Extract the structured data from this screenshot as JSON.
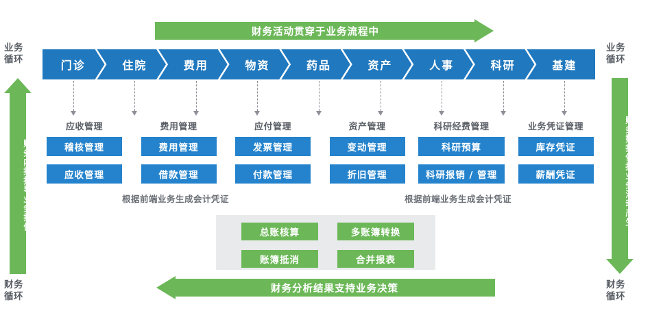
{
  "diagram": {
    "title_top_arrow": "财务活动贯穿于业务流程中",
    "title_bottom_arrow": "财务分析结果支持业务决策"
  },
  "colors": {
    "chevron_blue": "#2078be",
    "box_blue": "#2483cc",
    "green": "#6cb858",
    "grey_panel": "#e9eaec",
    "label_grey": "#5a5f66",
    "dash_grey": "#8d9096",
    "white": "#ffffff"
  },
  "left_axis": {
    "top_label": "业务\n循环",
    "top_label_line1": "业务",
    "top_label_line2": "循环",
    "arrow_text": "财务内控指导业务操作",
    "bottom_label_line1": "财务",
    "bottom_label_line2": "循环",
    "direction": "up"
  },
  "right_axis": {
    "top_label_line1": "业务",
    "top_label_line2": "循环",
    "arrow_text": "财务数据依据业务活动产生",
    "bottom_label_line1": "财务",
    "bottom_label_line2": "循环",
    "direction": "down"
  },
  "process_chevrons": [
    {
      "label": "门诊"
    },
    {
      "label": "住院"
    },
    {
      "label": "费用"
    },
    {
      "label": "物资"
    },
    {
      "label": "药品"
    },
    {
      "label": "资产"
    },
    {
      "label": "人事"
    },
    {
      "label": "科研"
    },
    {
      "label": "基建"
    }
  ],
  "groups": [
    {
      "title": "应收管理",
      "modules": [
        "稽核管理",
        "应收管理"
      ]
    },
    {
      "title": "费用管理",
      "modules": [
        "费用管理",
        "借款管理"
      ]
    },
    {
      "title": "应付管理",
      "modules": [
        "发票管理",
        "付款管理"
      ]
    },
    {
      "title": "资产管理",
      "modules": [
        "变动管理",
        "折旧管理"
      ]
    },
    {
      "title": "科研经费管理",
      "modules": [
        "科研预算",
        "科研报销 / 管理"
      ]
    },
    {
      "title": "业务凭证管理",
      "modules": [
        "库存凭证",
        "薪酬凭证"
      ]
    }
  ],
  "captions": {
    "left_note": "根据前端业务生成会计凭证",
    "right_note": "根据前端业务生成会计凭证"
  },
  "accounting_panel": {
    "items": [
      "总账核算",
      "多账簿转换",
      "账簿抵消",
      "合并报表"
    ]
  }
}
